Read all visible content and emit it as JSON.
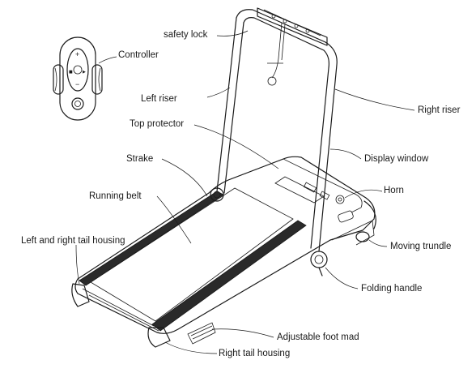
{
  "diagram": {
    "labels": {
      "safety_lock": "safety lock",
      "controller": "Controller",
      "left_riser": "Left riser",
      "right_riser": "Right riser",
      "top_protector": "Top protector",
      "display_window": "Display window",
      "strake": "Strake",
      "horn": "Horn",
      "running_belt": "Running belt",
      "left_right_tail_housing": "Left and right tail housing",
      "moving_trundle": "Moving trundle",
      "folding_handle": "Folding handle",
      "adjustable_foot_mad": "Adjustable foot mad",
      "right_tail_housing": "Right tail housing"
    },
    "controller_glyphs": {
      "plus": "+",
      "minus": "−",
      "play": "▶",
      "stop": "■"
    }
  }
}
